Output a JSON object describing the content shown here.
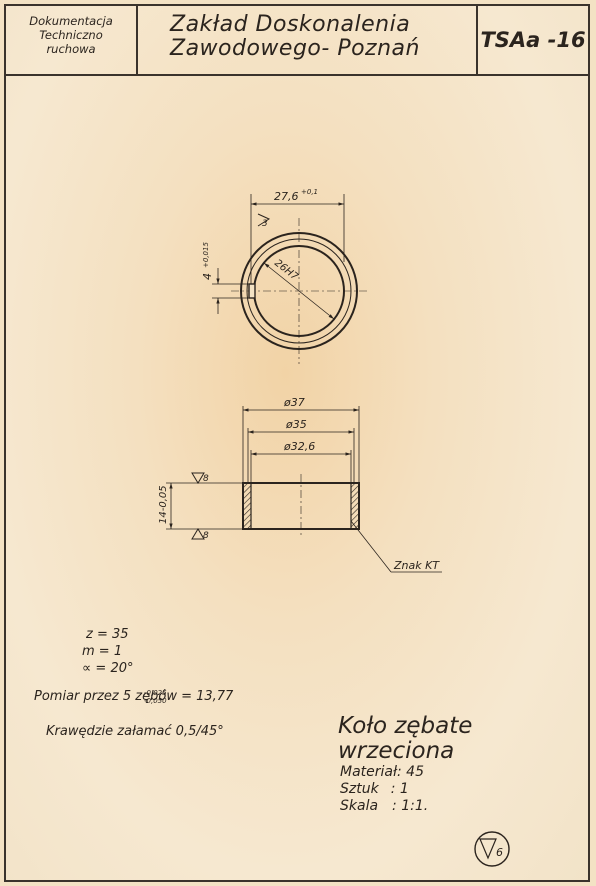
{
  "title_block": {
    "left_line1": "Dokumentacja",
    "left_line2": "Techniczno",
    "left_line3": "ruchowa",
    "center_line1": "Zakład Doskonalenia",
    "center_line2": "Zawodowego- Poznań",
    "code": "TSAa -16"
  },
  "dims": {
    "top_width": "27,6",
    "top_width_tol": "+0,1",
    "keyway": "4",
    "keyway_tol": "+0,015",
    "bore": "26H7",
    "d37": "ø37",
    "d35": "ø35",
    "d326": "ø32,6",
    "height": "14-0,05",
    "surface_top": "8",
    "surface_bottom": "8",
    "surface_ring": "3",
    "leader": "Znak KT"
  },
  "params": {
    "z": "z = 35",
    "m": "m = 1",
    "alpha": "∝ = 20°",
    "measure": "Pomiar przez 5 zębów = 13,77",
    "measure_tol_top": "-0,025",
    "measure_tol_bottom": "-0,050",
    "edges": "Krawędzie załamać 0,5/45°"
  },
  "part": {
    "name_line1": "Koło zębate",
    "name_line2": "wrzeciona",
    "material_label": "Materiał",
    "material_value": ": 45",
    "qty_label": "Sztuk",
    "qty_value": ":  1",
    "scale_label": "Skala",
    "scale_value": ":  1:1.",
    "finish_symbol": "6"
  }
}
